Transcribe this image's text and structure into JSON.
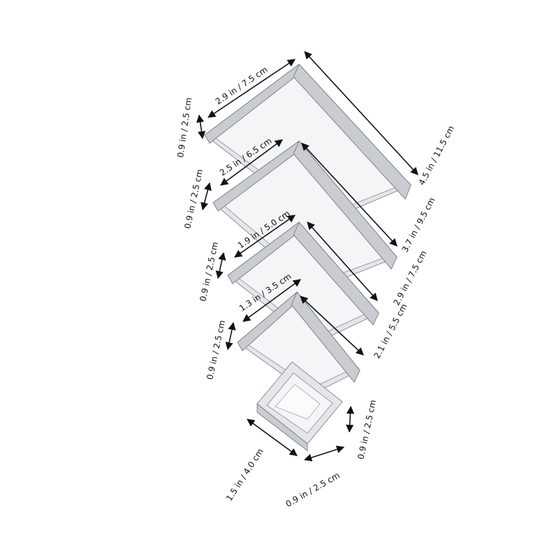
{
  "cutters": [
    {
      "id": "c1",
      "width_label": "2.9 in / 7.5 cm",
      "height_label": "0.9 in / 2.5 cm",
      "length_label": "4.5 in / 11.5 cm"
    },
    {
      "id": "c2",
      "width_label": "2.5 in / 6.5 cm",
      "height_label": "0.9 in / 2.5 cm",
      "length_label": "3.7 in / 9.5 cm"
    },
    {
      "id": "c3",
      "width_label": "1.9 in / 5.0 cm",
      "height_label": "0.9 in / 2.5 cm",
      "length_label": "2.9 in / 7.5 cm"
    },
    {
      "id": "c4",
      "width_label": "1.3 in / 3.5 cm",
      "height_label": "0.9 in / 2.5 cm",
      "length_label": "2.1 in / 5.5 cm"
    },
    {
      "id": "c5",
      "width_label": "1.5 in / 4.0 cm",
      "height_label": "0.9 in / 2.5 cm",
      "length_label": "0.9 in / 2.5 cm"
    }
  ],
  "colors": {
    "metal_light": "#e4e6ea",
    "metal_dark": "#c9ccd1",
    "annotation": "#111111"
  }
}
